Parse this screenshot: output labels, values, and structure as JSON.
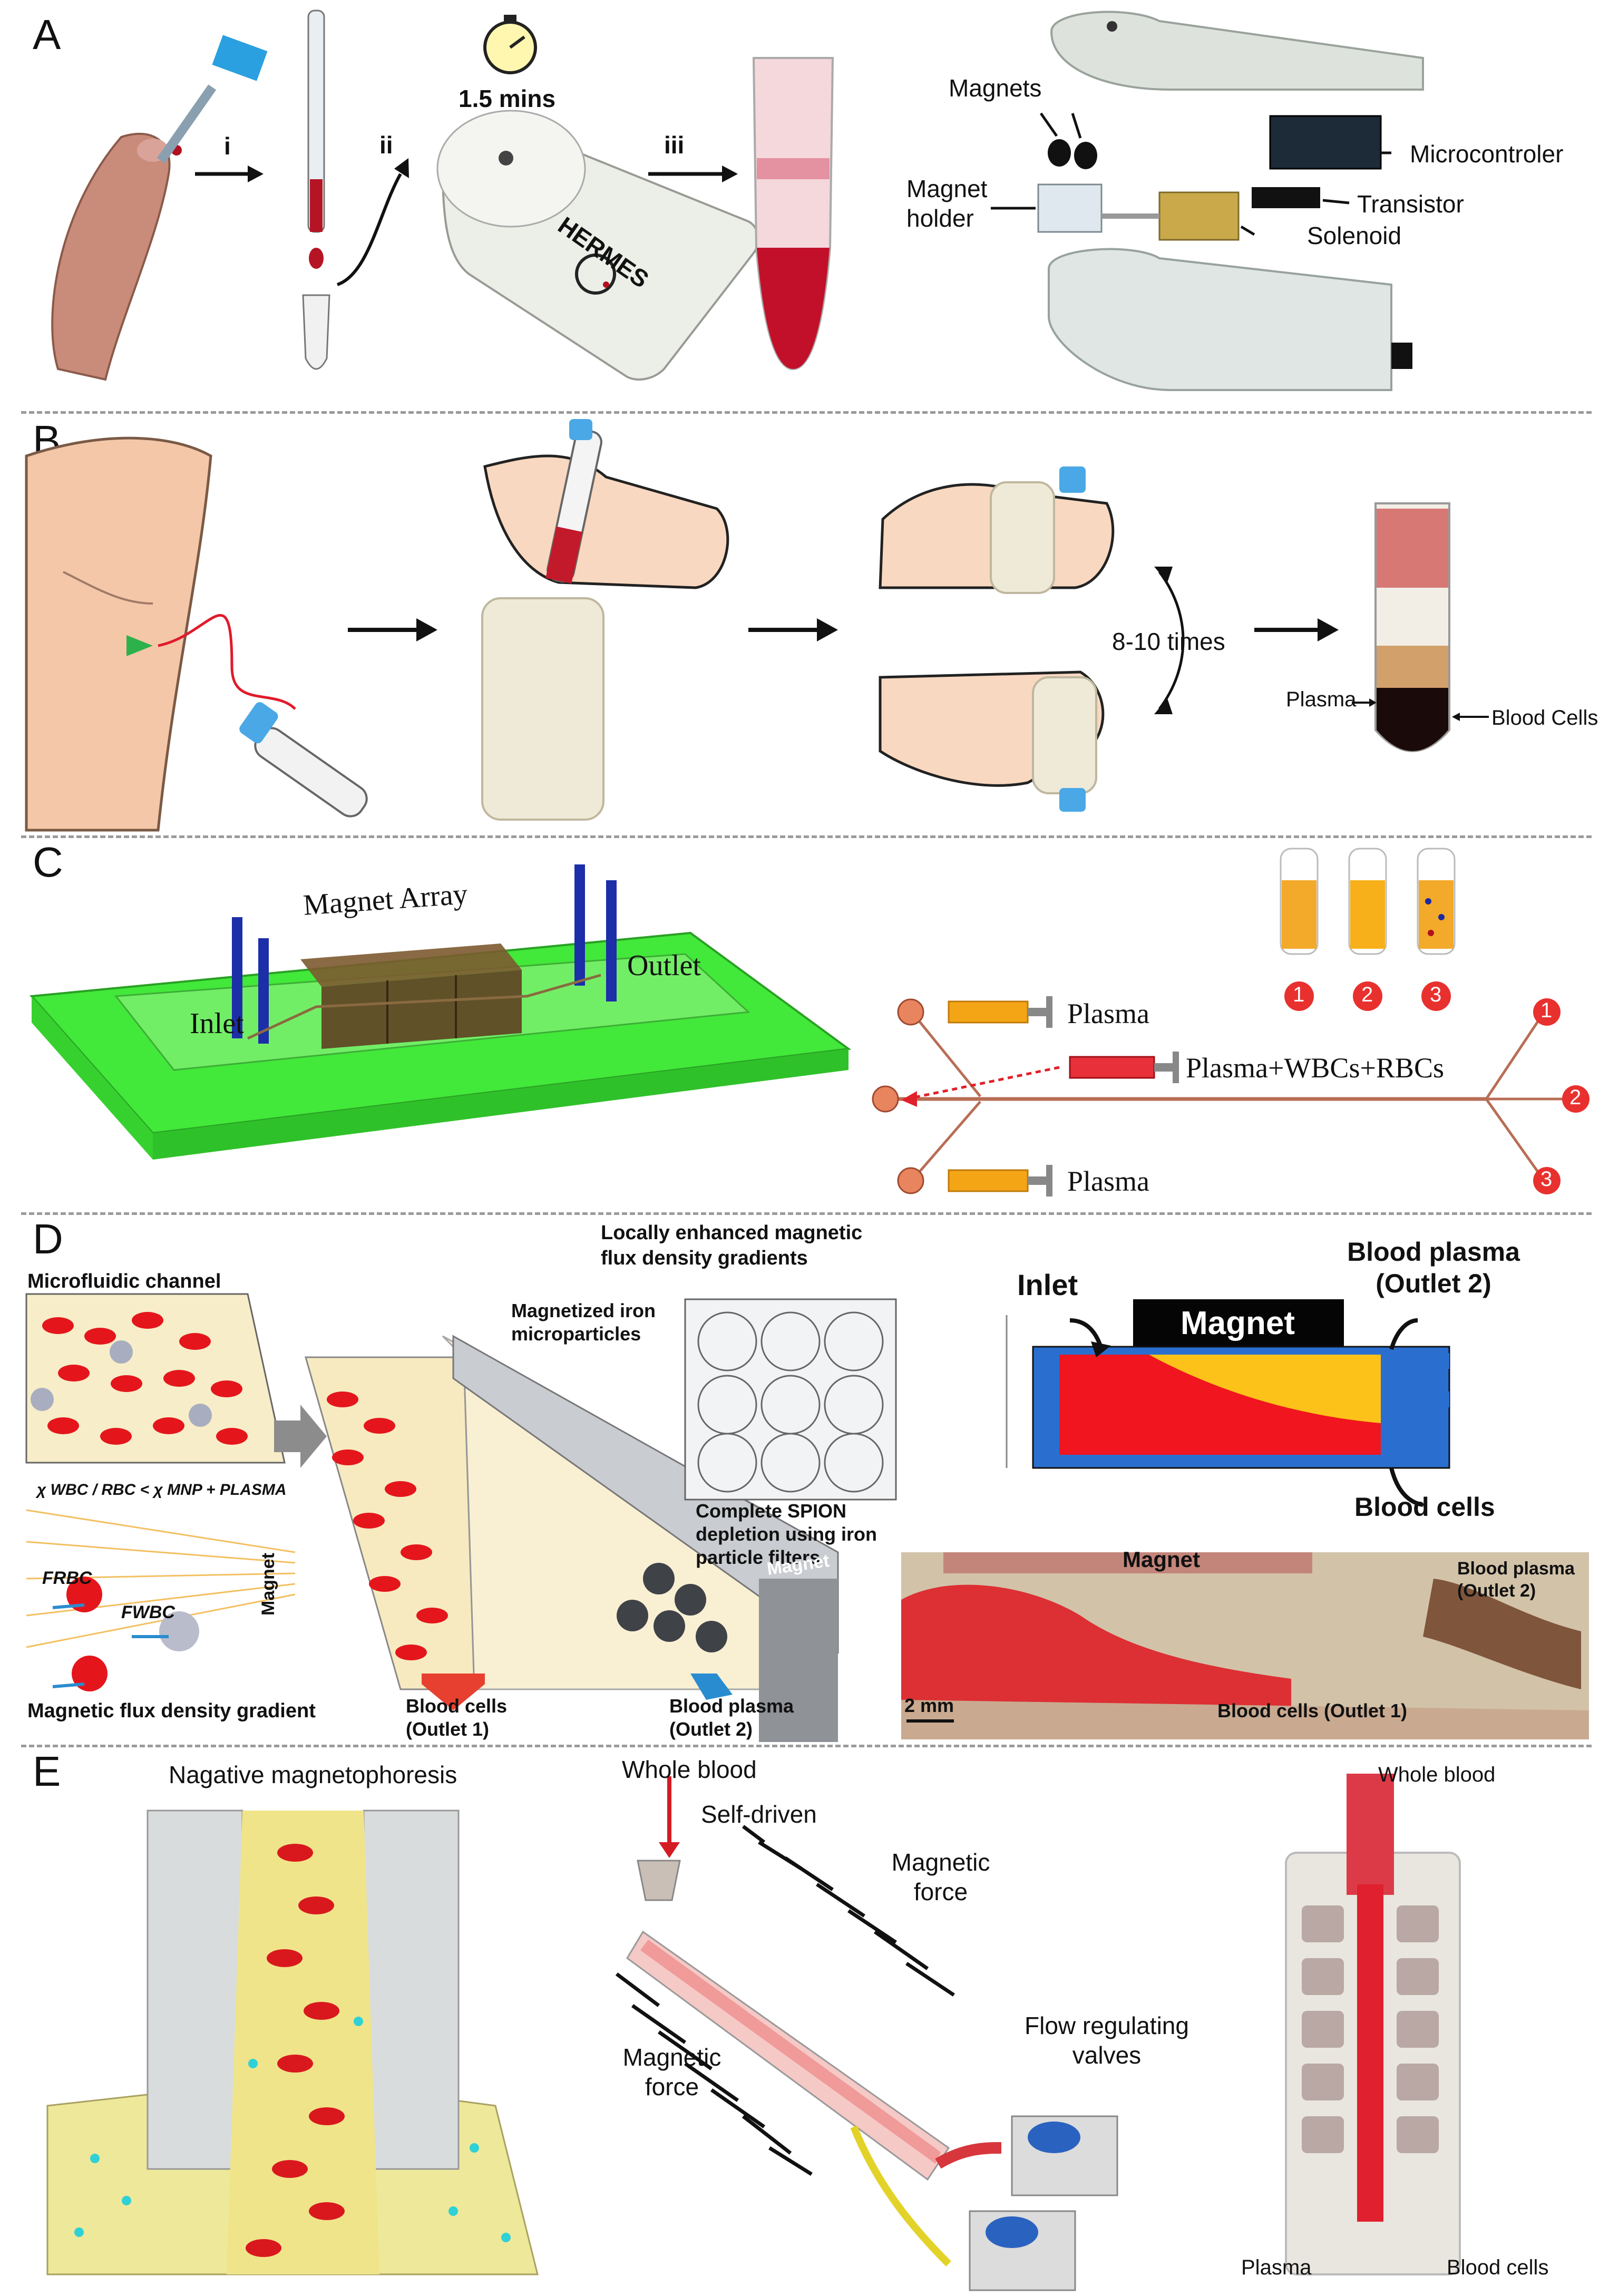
{
  "panels": [
    "A",
    "B",
    "C",
    "D",
    "E"
  ],
  "panel_a": {
    "steps": [
      "i",
      "ii",
      "iii"
    ],
    "timer": "1.5 mins",
    "device_brand": "HERMES",
    "parts": {
      "magnets": "Magnets",
      "magnet_holder": "Magnet holder",
      "microcontroller": "Microcontroler",
      "transistor": "Transistor",
      "solenoid": "Solenoid"
    }
  },
  "panel_b": {
    "repeat": "8-10 times",
    "plasma": "Plasma",
    "blood_cells": "Blood Cells"
  },
  "panel_c": {
    "magnet_array": "Magnet Array",
    "inlet": "Inlet",
    "outlet": "Outlet",
    "plasma_top": "Plasma",
    "sample": "Plasma+WBCs+RBCs",
    "plasma_bottom": "Plasma",
    "outlets": [
      "1",
      "2",
      "3"
    ]
  },
  "panel_d": {
    "micro_channel": "Microfluidic channel",
    "chi_relation": "χ WBC / RBC < χ MNP + PLASMA",
    "f_rbc": "FRBC",
    "f_wbc": "FWBC",
    "magnet_vertical": "Magnet",
    "flux_gradient": "Magnetic flux density gradient",
    "locally_enhanced": "Locally enhanced magnetic flux density gradients",
    "iron_particles": "Magnetized iron microparticles",
    "spion": "Complete SPION depletion using iron particle filters",
    "magnet_bar": "Magnet",
    "blood_cells_out": "Blood cells (Outlet 1)",
    "blood_plasma_out": "Blood plasma (Outlet 2)",
    "schematic_inlet": "Inlet",
    "schematic_magnet": "Magnet",
    "schematic_plasma": "Blood plasma (Outlet 2)",
    "schematic_cells": "Blood cells",
    "photo_magnet": "Magnet",
    "photo_plasma": "Blood plasma (Outlet 2)",
    "photo_scale": "2 mm",
    "photo_cells": "Blood cells (Outlet 1)"
  },
  "panel_e": {
    "title_left": "Nagative magnetophoresis",
    "whole_blood": "Whole blood",
    "self_driven": "Self-driven",
    "magnetic_force_top": "Magnetic force",
    "magnetic_force_bottom": "Magnetic force",
    "valves": "Flow regulating valves",
    "photo_whole_blood": "Whole blood",
    "photo_plasma": "Plasma",
    "photo_blood_cells": "Blood cells"
  }
}
